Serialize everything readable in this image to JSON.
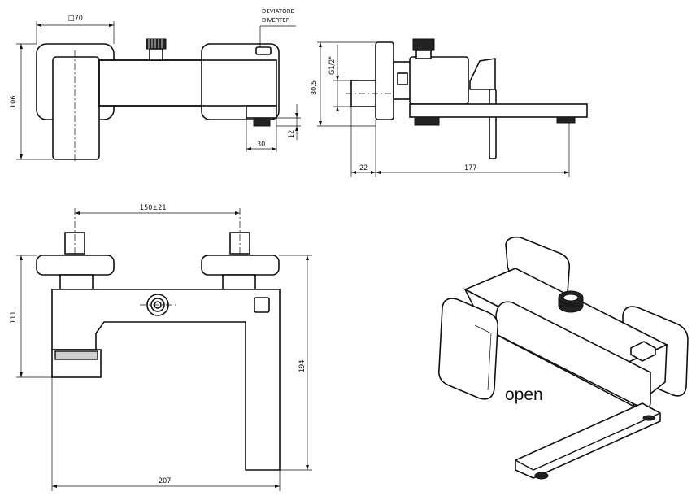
{
  "views": {
    "top": {
      "dims": {
        "width_square": "□70",
        "height": "106",
        "outlet_width": "30",
        "outlet_height": "12"
      },
      "labels": {
        "diverter_it": "DEVIATORE",
        "diverter_en": "DIVERTER"
      }
    },
    "side": {
      "dims": {
        "thread": "G1/2\"",
        "center_height": "80.5",
        "connector": "22",
        "projection": "177"
      }
    },
    "front": {
      "dims": {
        "centers": "150±21",
        "height_body": "111",
        "height_total": "194",
        "width_total": "207"
      }
    },
    "iso": {
      "caption": "open"
    }
  }
}
